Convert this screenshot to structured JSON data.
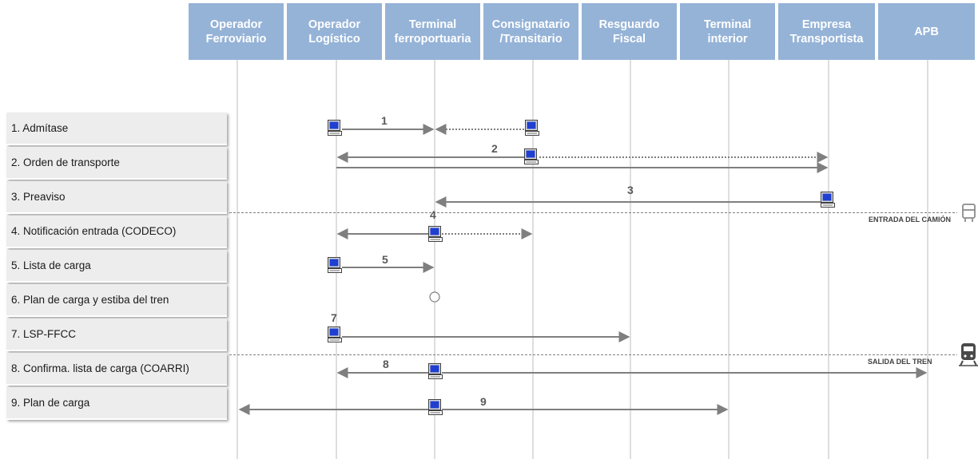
{
  "actors": [
    {
      "label": "Operador\nFerroviario"
    },
    {
      "label": "Operador\nLogístico"
    },
    {
      "label": "Terminal\nferroportuaria"
    },
    {
      "label": "Consignatario\n/Transitario"
    },
    {
      "label": "Resguardo\nFiscal"
    },
    {
      "label": "Terminal\ninterior"
    },
    {
      "label": "Empresa\nTransportista"
    },
    {
      "label": "APB"
    }
  ],
  "steps": [
    {
      "label": "1. Admítase"
    },
    {
      "label": "2. Orden de transporte"
    },
    {
      "label": "3. Preaviso"
    },
    {
      "label": "4. Notificación entrada (CODECO)"
    },
    {
      "label": "5. Lista de carga"
    },
    {
      "label": "6. Plan de carga y estiba del tren"
    },
    {
      "label": "7. LSP-FFCC"
    },
    {
      "label": "8. Confirma. lista de carga (COARRI)"
    },
    {
      "label": "9. Plan de carga"
    }
  ],
  "message_numbers": [
    "1",
    "2",
    "3",
    "4",
    "5",
    "7",
    "8",
    "9"
  ],
  "events": {
    "truck_entry": "ENTRADA DEL CAMIÓN",
    "train_departure": "SALIDA DEL TREN"
  },
  "icons": [
    "computer-icon",
    "truck-icon",
    "train-icon",
    "circle-icon"
  ],
  "colors": {
    "header_bg": "#95b3d7",
    "header_text": "#ffffff",
    "step_bg": "#ededed",
    "lifeline": "#c8c8c8",
    "arrow": "#7f7f7f",
    "computer_screen": "#1f3fd0"
  }
}
